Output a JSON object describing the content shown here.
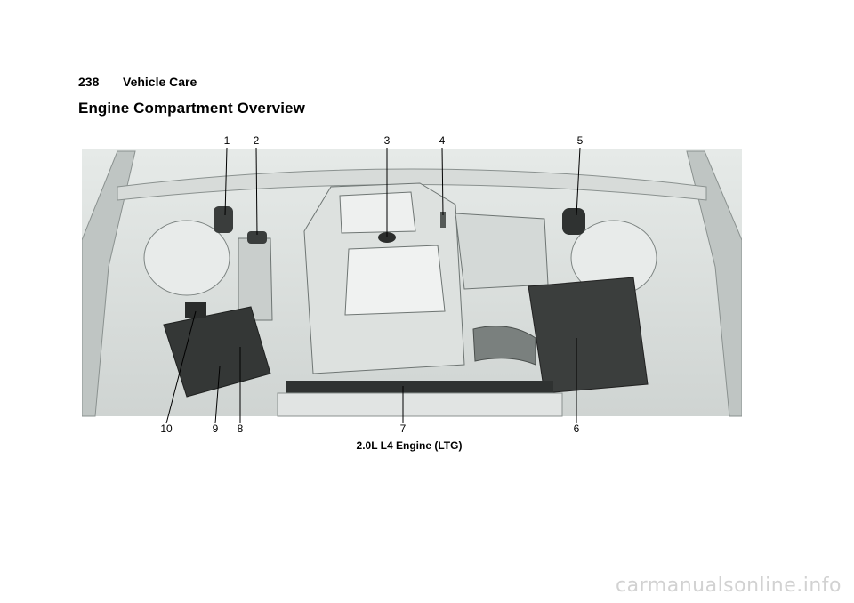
{
  "header": {
    "page_number": "238",
    "section": "Vehicle Care"
  },
  "title": "Engine Compartment Overview",
  "figure": {
    "callouts_top": [
      "1",
      "2",
      "3",
      "4",
      "5"
    ],
    "callouts_bottom": [
      "10",
      "9",
      "8",
      "7",
      "6"
    ],
    "caption": "2.0L L4 Engine (LTG)"
  },
  "watermark": "carmanualsonline.info"
}
